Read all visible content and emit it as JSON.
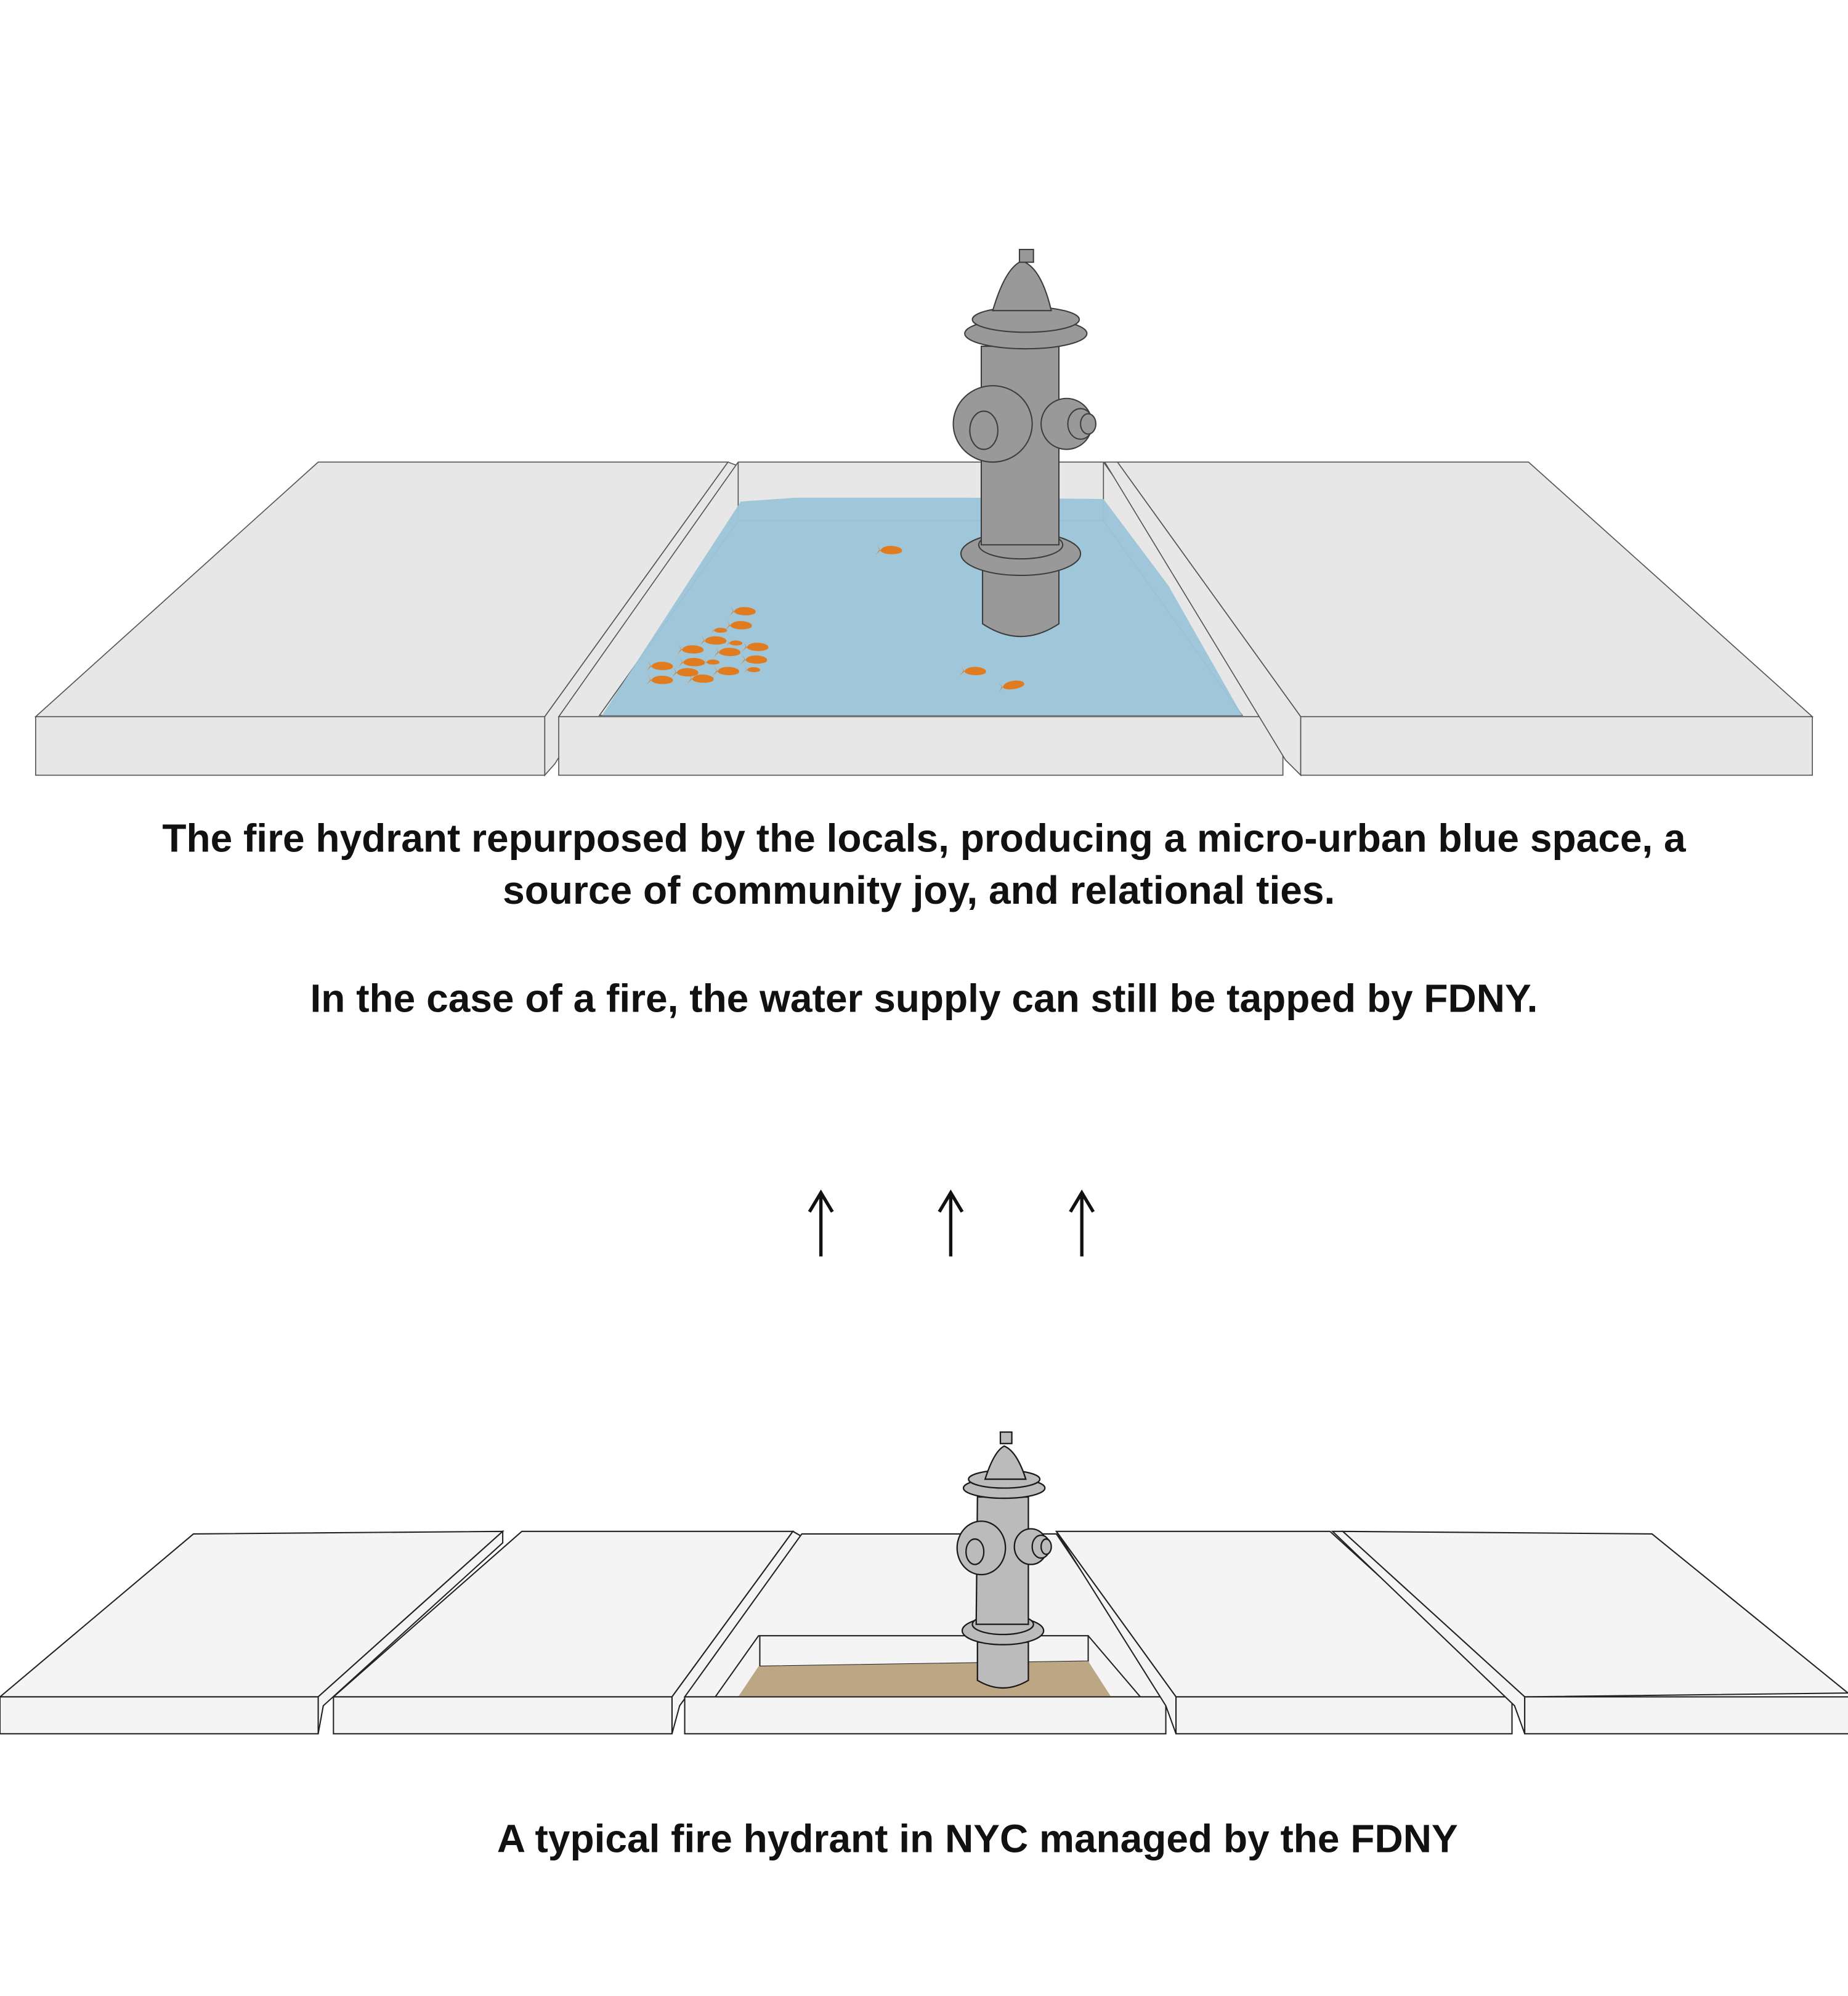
{
  "top_scene": {
    "caption_line1": "The fire hydrant repurposed by the locals, producing a micro-urban blue space, a",
    "caption_line2": "source of community joy, and relational ties.",
    "caption_line3": "In the case of a fire, the water supply can still be tapped  by FDNY."
  },
  "bottom_scene": {
    "caption": "A typical fire hydrant in NYC managed by the FDNY"
  },
  "arrows": [
    "up-arrow",
    "up-arrow",
    "up-arrow"
  ],
  "colors": {
    "water": "#9cc4d8",
    "fish": "#e07b1f",
    "soil": "#bca684",
    "hydrant_top": "#999999",
    "hydrant_bottom": "#bbbbbb",
    "sidewalk_top": "#e7e7e7",
    "sidewalk_bottom": "#f4f4f4"
  }
}
